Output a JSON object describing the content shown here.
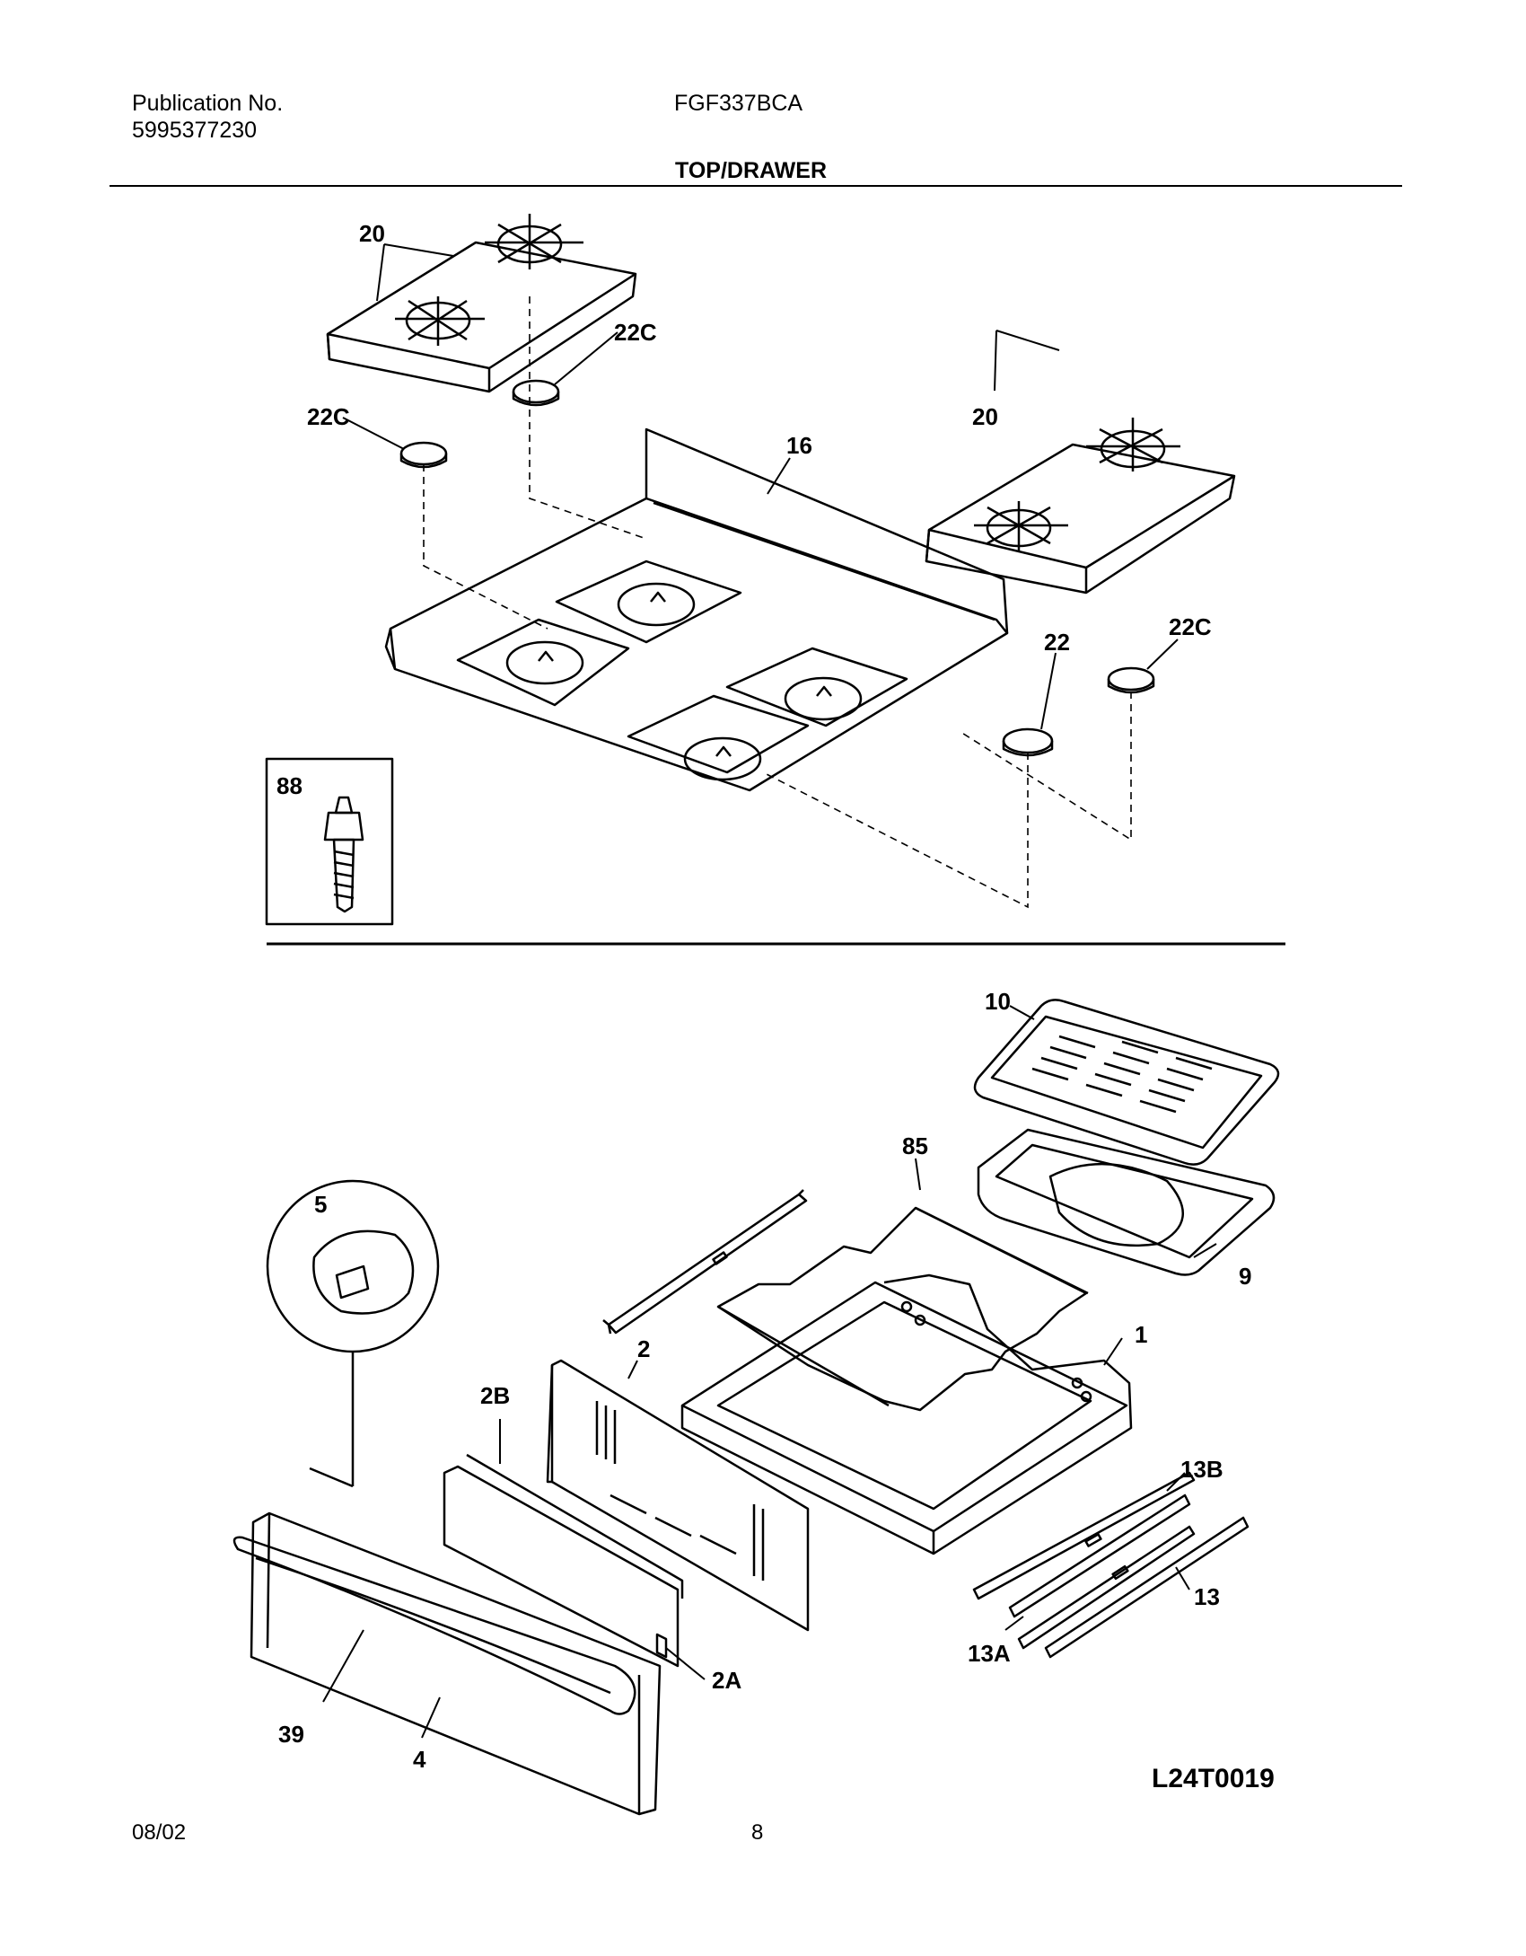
{
  "header": {
    "publication_label": "Publication No.",
    "publication_number": "5995377230",
    "model": "FGF337BCA",
    "section": "TOP/DRAWER"
  },
  "callouts": {
    "grate_left": "20",
    "cap_left_upper": "22C",
    "cap_left_lower": "22C",
    "cooktop": "16",
    "grate_right": "20",
    "cap_right_small": "22",
    "cap_right": "22C",
    "screw_inset": "88",
    "broiler_grid": "10",
    "broiler_pan": "9",
    "rack": "85",
    "drawer_body": "1",
    "back_panel": "2",
    "liner": "2B",
    "bracket": "2A",
    "glide_b": "13B",
    "glide": "13",
    "glide_a": "13A",
    "handle": "39",
    "front_panel": "4",
    "detail": "5"
  },
  "diagram_code": "L24T0019",
  "footer": {
    "date": "08/02",
    "page": "8"
  }
}
